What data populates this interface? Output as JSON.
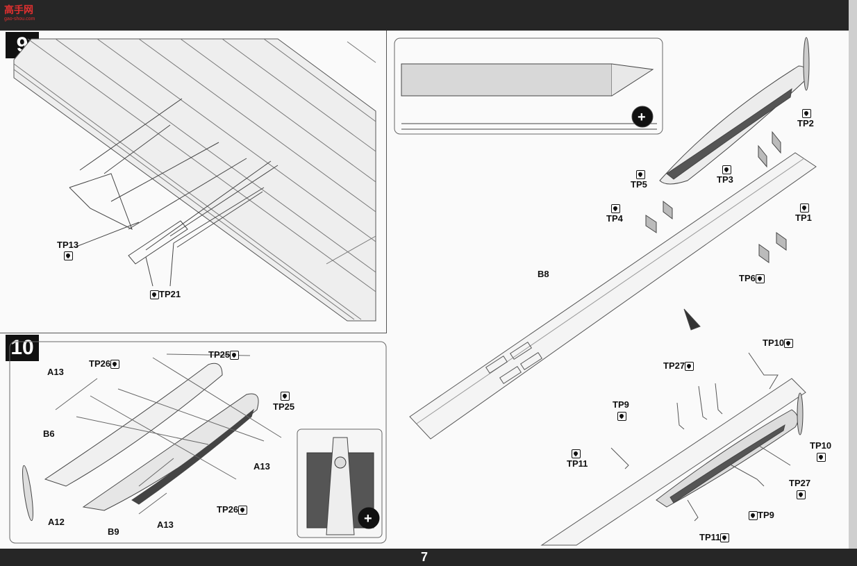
{
  "header": {
    "watermark_main": "高手网",
    "watermark_sub": "gao-shou.com"
  },
  "steps": {
    "step9": "9",
    "step10": "10"
  },
  "labels": {
    "tp13": "TP13",
    "tp21": "TP21",
    "a13_a": "A13",
    "tp26_a": "TP26",
    "tp25_a": "TP25",
    "tp25_b": "TP25",
    "b6": "B6",
    "a13_b": "A13",
    "a12": "A12",
    "b9": "B9",
    "a13_c": "A13",
    "tp26_b": "TP26",
    "tp2": "TP2",
    "tp5": "TP5",
    "tp3": "TP3",
    "tp4": "TP4",
    "tp1": "TP1",
    "tp6": "TP6",
    "b8": "B8",
    "tp10_a": "TP10",
    "tp27_a": "TP27",
    "tp9_a": "TP9",
    "tp11_a": "TP11",
    "tp10_b": "TP10",
    "tp27_b": "TP27",
    "tp9_b": "TP9",
    "tp11_b": "TP11"
  },
  "footer": {
    "page_number": "7"
  },
  "icons": {
    "photo_etch": "photo-etch-part-icon",
    "zoom": "zoom-in-icon"
  }
}
